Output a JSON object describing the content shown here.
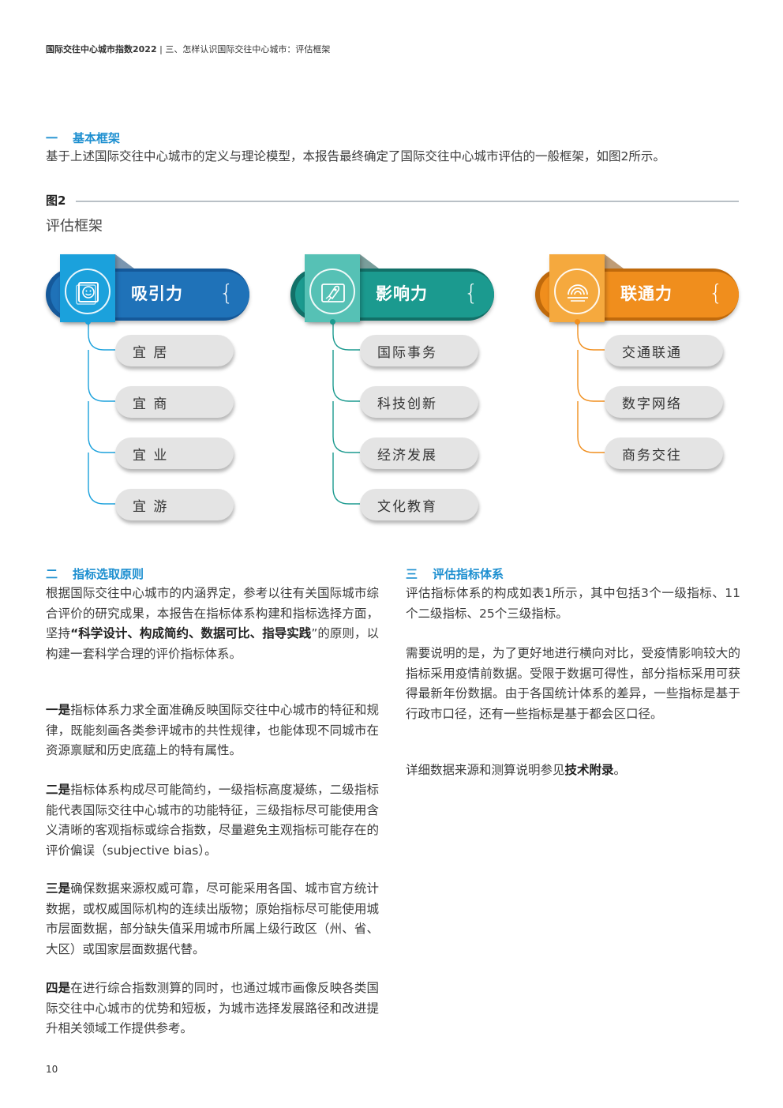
{
  "header": {
    "title": "国际交往中心城市指数2022",
    "sep": " | ",
    "chapter": "三、怎样认识国际交往中心城市：评估框架"
  },
  "section1": {
    "num": "一",
    "title": "基本框架",
    "text": "基于上述国际交往中心城市的定义与理论模型，本报告最终确定了国际交往中心城市评估的一般框架，如图2所示。"
  },
  "figure": {
    "label": "图2",
    "subtitle": "评估框架",
    "columns": [
      {
        "name": "吸引力",
        "icon": "smile-card-icon",
        "color": "#1f72b8",
        "accent": "#1ba1dc",
        "items": [
          "宜 居",
          "宜 商",
          "宜 业",
          "宜 游"
        ]
      },
      {
        "name": "影响力",
        "icon": "rocket-icon",
        "color": "#1b9a8f",
        "accent": "#56c1b5",
        "items": [
          "国际事务",
          "科技创新",
          "经济发展",
          "文化教育"
        ]
      },
      {
        "name": "联通力",
        "icon": "signal-icon",
        "color": "#f08e1d",
        "accent": "#f5a93e",
        "items": [
          "交通联通",
          "数字网络",
          "商务交往"
        ]
      }
    ]
  },
  "section2": {
    "num": "二",
    "title": "指标选取原则",
    "p1_a": "根据国际交往中心城市的内涵界定，参考以往有关国际城市综合评价的研究成果，本报告在指标体系构建和指标选择方面，坚持",
    "p1_b": "“科学设计、构成简约、数据可比、指导实践",
    "p1_c": "”的原则，以构建一套科学合理的评价指标体系。",
    "p2_lead": "一是",
    "p2": "指标体系力求全面准确反映国际交往中心城市的特征和规律，既能刻画各类参评城市的共性规律，也能体现不同城市在资源禀赋和历史底蕴上的特有属性。",
    "p3_lead": "二是",
    "p3": "指标体系构成尽可能简约，一级指标高度凝练，二级指标能代表国际交往中心城市的功能特征，三级指标尽可能使用含义清晰的客观指标或综合指数，尽量避免主观指标可能存在的评价偏误（subjective bias）。",
    "p4_lead": "三是",
    "p4": "确保数据来源权威可靠，尽可能采用各国、城市官方统计数据，或权威国际机构的连续出版物；原始指标尽可能使用城市层面数据，部分缺失值采用城市所属上级行政区（州、省、大区）或国家层面数据代替。",
    "p5_lead": "四是",
    "p5": "在进行综合指数测算的同时，也通过城市画像反映各类国际交往中心城市的优势和短板，为城市选择发展路径和改进提升相关领域工作提供参考。"
  },
  "section3": {
    "num": "三",
    "title": "评估指标体系",
    "p1": "评估指标体系的构成如表1所示，其中包括3个一级指标、11个二级指标、25个三级指标。",
    "p2": "需要说明的是，为了更好地进行横向对比，受疫情影响较大的指标采用疫情前数据。受限于数据可得性，部分指标采用可获得最新年份数据。由于各国统计体系的差异，一些指标是基于行政市口径，还有一些指标是基于都会区口径。",
    "p3_a": "详细数据来源和测算说明参见",
    "p3_b": "技术附录",
    "p3_c": "。"
  },
  "page_number": "10"
}
